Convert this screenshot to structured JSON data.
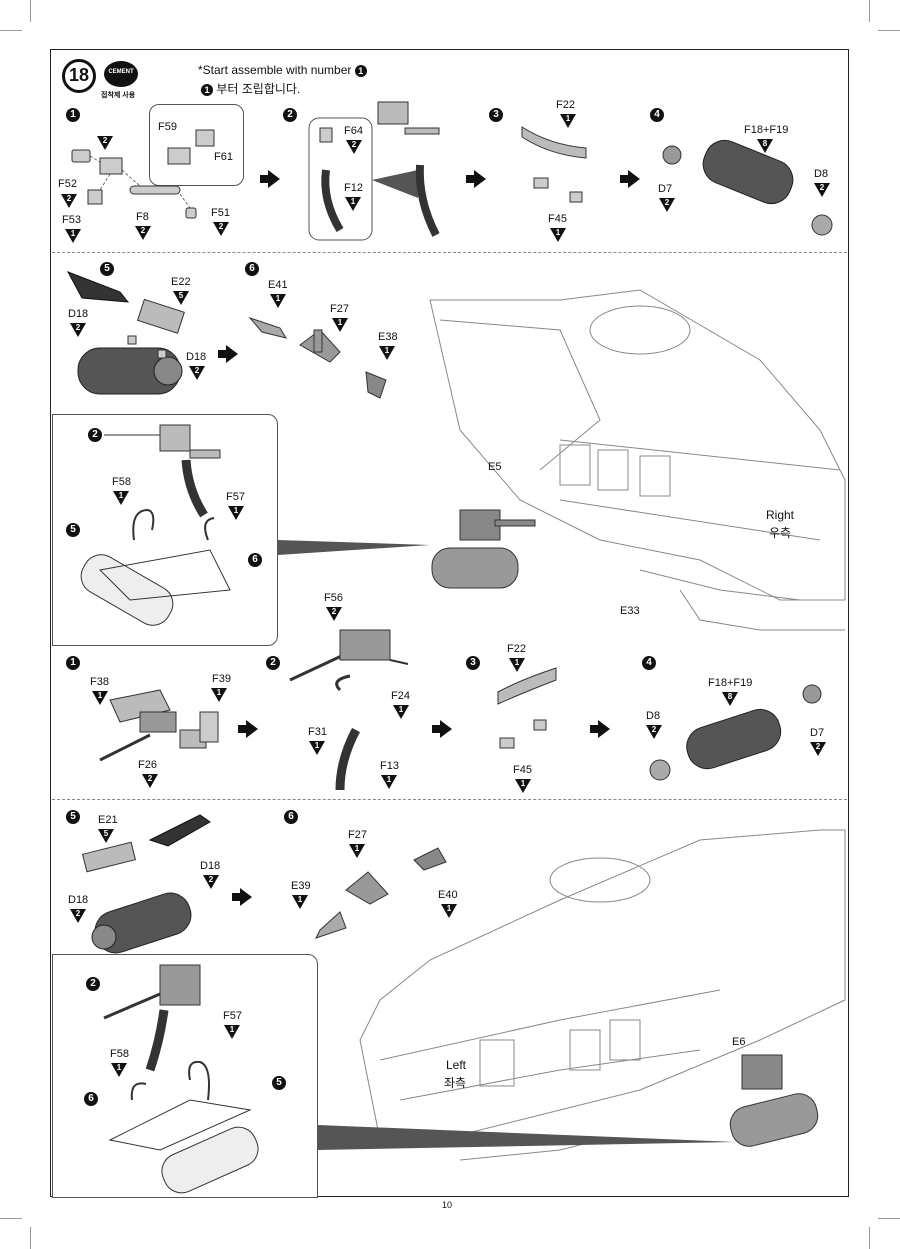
{
  "header": {
    "step_number": "18",
    "cement_label": "CEMENT",
    "cement_caption": "접착제 사용",
    "note_en": "*Start assemble with number ",
    "note_en_marker": "1",
    "note_ko_marker": "1",
    "note_ko": "부터 조립합니다."
  },
  "substeps": {
    "s1": "1",
    "s2": "2",
    "s3": "3",
    "s4": "4",
    "s5": "5",
    "s6": "6"
  },
  "right_side": {
    "step1": {
      "parts": [
        {
          "name": "F59",
          "qty": ""
        },
        {
          "name": "F61",
          "qty": ""
        },
        {
          "name": "F52",
          "qty": "2"
        },
        {
          "name": "F53",
          "qty": "1"
        },
        {
          "name": "F8",
          "qty": "2"
        },
        {
          "name": "F51",
          "qty": "2"
        },
        {
          "name": "",
          "qty": "2"
        }
      ]
    },
    "step2": {
      "parts": [
        {
          "name": "F64",
          "qty": "2"
        },
        {
          "name": "F12",
          "qty": "1"
        }
      ]
    },
    "step3": {
      "parts": [
        {
          "name": "F22",
          "qty": "1"
        },
        {
          "name": "F45",
          "qty": "1"
        }
      ]
    },
    "step4": {
      "parts": [
        {
          "name": "F18+F19",
          "qty": "8"
        },
        {
          "name": "D8",
          "qty": "2"
        },
        {
          "name": "D7",
          "qty": "2"
        }
      ]
    },
    "step5": {
      "parts": [
        {
          "name": "E22",
          "qty": "5"
        },
        {
          "name": "D18",
          "qty": "2"
        },
        {
          "name": "D18",
          "qty": "2"
        }
      ]
    },
    "step6": {
      "parts": [
        {
          "name": "E41",
          "qty": "1"
        },
        {
          "name": "F27",
          "qty": "1"
        },
        {
          "name": "E38",
          "qty": "1"
        }
      ]
    },
    "inset": {
      "parts": [
        {
          "name": "F58",
          "qty": "1"
        },
        {
          "name": "F57",
          "qty": "1"
        }
      ]
    },
    "heli": {
      "side_en": "Right",
      "side_ko": "우측",
      "parts": [
        "E5",
        "E33"
      ]
    }
  },
  "left_side": {
    "step1": {
      "parts": [
        {
          "name": "F38",
          "qty": "1"
        },
        {
          "name": "F39",
          "qty": "1"
        },
        {
          "name": "F26",
          "qty": "2"
        }
      ]
    },
    "step2": {
      "parts": [
        {
          "name": "F56",
          "qty": "2"
        },
        {
          "name": "F24",
          "qty": "1"
        },
        {
          "name": "F31",
          "qty": "1"
        },
        {
          "name": "F13",
          "qty": "1"
        }
      ]
    },
    "step3": {
      "parts": [
        {
          "name": "F22",
          "qty": "1"
        },
        {
          "name": "F45",
          "qty": "1"
        }
      ]
    },
    "step4": {
      "parts": [
        {
          "name": "F18+F19",
          "qty": "8"
        },
        {
          "name": "D8",
          "qty": "2"
        },
        {
          "name": "D7",
          "qty": "2"
        }
      ]
    },
    "step5": {
      "parts": [
        {
          "name": "E21",
          "qty": "5"
        },
        {
          "name": "D18",
          "qty": "2"
        },
        {
          "name": "D18",
          "qty": "2"
        }
      ]
    },
    "step6": {
      "parts": [
        {
          "name": "F27",
          "qty": "1"
        },
        {
          "name": "E39",
          "qty": "1"
        },
        {
          "name": "E40",
          "qty": "1"
        }
      ]
    },
    "inset": {
      "parts": [
        {
          "name": "F57",
          "qty": "1"
        },
        {
          "name": "F58",
          "qty": "1"
        }
      ]
    },
    "heli": {
      "side_en": "Left",
      "side_ko": "좌측",
      "parts": [
        "E6"
      ]
    }
  },
  "footer": {
    "page_number": "10"
  }
}
